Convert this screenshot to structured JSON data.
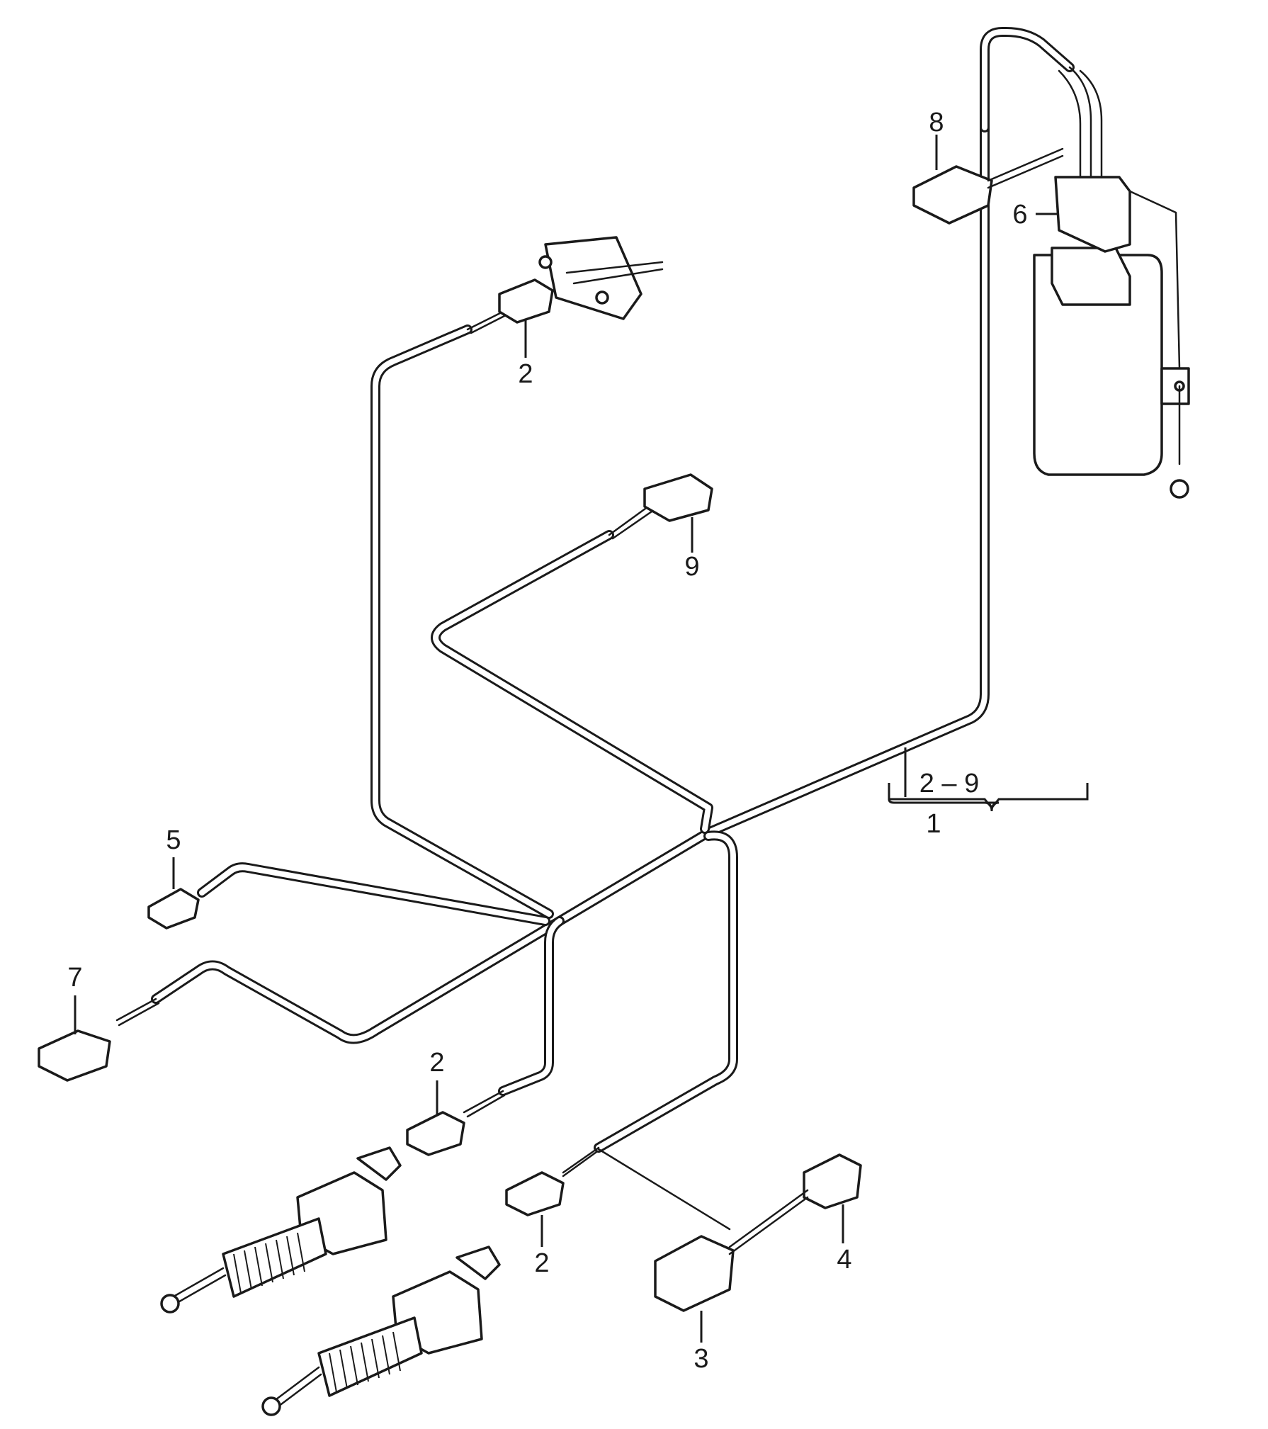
{
  "diagram": {
    "callouts": {
      "c8": "8",
      "c6": "6",
      "c2_top": "2",
      "c9": "9",
      "c_range": "2 – 9",
      "c1": "1",
      "c5": "5",
      "c7": "7",
      "c2_mid": "2",
      "c2_low": "2",
      "c4": "4",
      "c3": "3"
    }
  }
}
